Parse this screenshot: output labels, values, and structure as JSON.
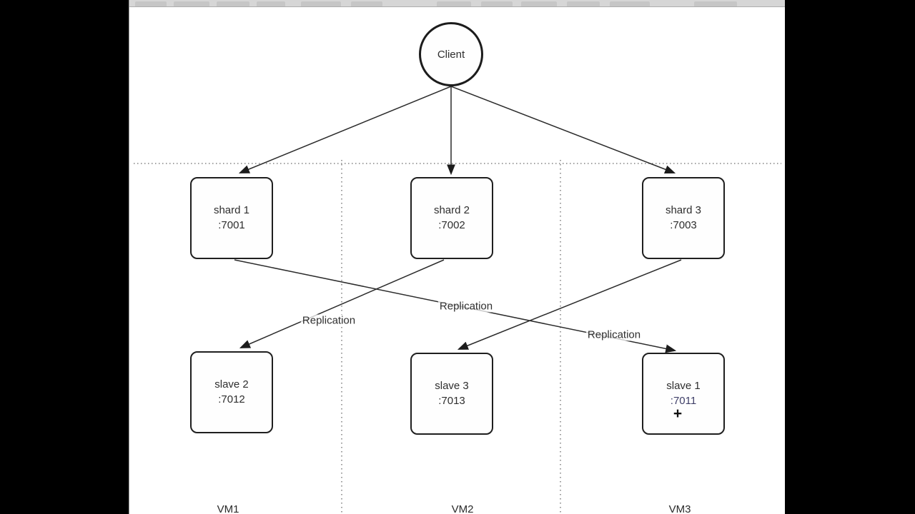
{
  "diagram": {
    "client_label": "Client",
    "nodes": [
      {
        "name": "shard1",
        "line1": "shard 1",
        "line2": ":7001"
      },
      {
        "name": "shard2",
        "line1": "shard 2",
        "line2": ":7002"
      },
      {
        "name": "shard3",
        "line1": "shard 3",
        "line2": ":7003"
      },
      {
        "name": "slave2",
        "line1": "slave 2",
        "line2": ":7012"
      },
      {
        "name": "slave3",
        "line1": "slave 3",
        "line2": ":7013"
      },
      {
        "name": "slave1",
        "line1": "slave 1",
        "line2": ":7011"
      }
    ],
    "edges": [
      {
        "from": "client",
        "to": "shard1"
      },
      {
        "from": "client",
        "to": "shard2"
      },
      {
        "from": "client",
        "to": "shard3"
      },
      {
        "from": "shard1",
        "to": "slave1",
        "label": "Replication"
      },
      {
        "from": "shard2",
        "to": "slave2",
        "label": "Replication"
      },
      {
        "from": "shard3",
        "to": "slave3",
        "label": "Replication"
      }
    ],
    "vm_labels": [
      "VM1",
      "VM2",
      "VM3"
    ],
    "cursor_glyph": "+"
  },
  "colors": {
    "letterbox": "#000000",
    "canvas_bg": "#ffffff",
    "toolbar_bg": "#d6d6d6",
    "edge_line": "#2b2b2b",
    "node_border": "#1f1f1f",
    "text": "#2e2e2e",
    "slave1_port_text": "#3f3f68",
    "dotted_guide": "#6a6a6a"
  }
}
